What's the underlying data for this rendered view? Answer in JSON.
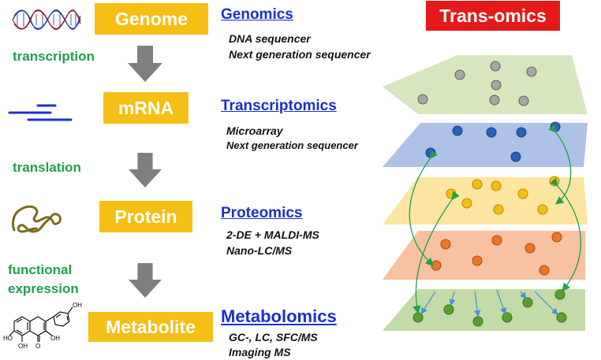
{
  "molecules": [
    {
      "name": "Genome",
      "process_after": "transcription"
    },
    {
      "name": "mRNA",
      "process_after": "translation"
    },
    {
      "name": "Protein",
      "process_after": "functional\nexpression"
    },
    {
      "name": "Metabolite",
      "process_after": null
    }
  ],
  "processes": {
    "transcription": "transcription",
    "translation": "translation",
    "functional_line1": "functional",
    "functional_line2": "expression"
  },
  "omics": [
    {
      "title": "Genomics",
      "techniques": [
        "DNA sequencer",
        "Next generation sequencer"
      ]
    },
    {
      "title": "Transcriptomics",
      "techniques": [
        "Microarray",
        "Next generation sequencer"
      ]
    },
    {
      "title": "Proteomics",
      "techniques": [
        "2-DE + MALDI-MS",
        "Nano-LC/MS"
      ]
    },
    {
      "title": "Metabolomics",
      "techniques": [
        "GC-, LC, SFC/MS",
        "Imaging MS"
      ]
    }
  ],
  "banner": "Trans-omics",
  "metabolite_structure_labels": {
    "oh": "OH",
    "ho": "HO",
    "o": "O"
  },
  "layers": [
    {
      "name": "genome-layer",
      "fill": "#d8e6c0",
      "node": "#a6a6a6"
    },
    {
      "name": "transcriptome-layer",
      "fill": "#aec2e8",
      "node": "#2c5fb8"
    },
    {
      "name": "proteome-layer",
      "fill": "#fbe5a0",
      "node": "#f2c011"
    },
    {
      "name": "phospho-layer",
      "fill": "#f7c1a2",
      "node": "#e7772b"
    },
    {
      "name": "metabolome-layer",
      "fill": "#c3dba8",
      "node": "#5aa030"
    }
  ],
  "colors": {
    "box": "#f5bf16",
    "process_text": "#1fa04c",
    "omics_title": "#1b2fcf",
    "banner": "#e5191a",
    "regulation_arrow": "#1fa04c",
    "flow_arrow": "#4a8fdc"
  }
}
